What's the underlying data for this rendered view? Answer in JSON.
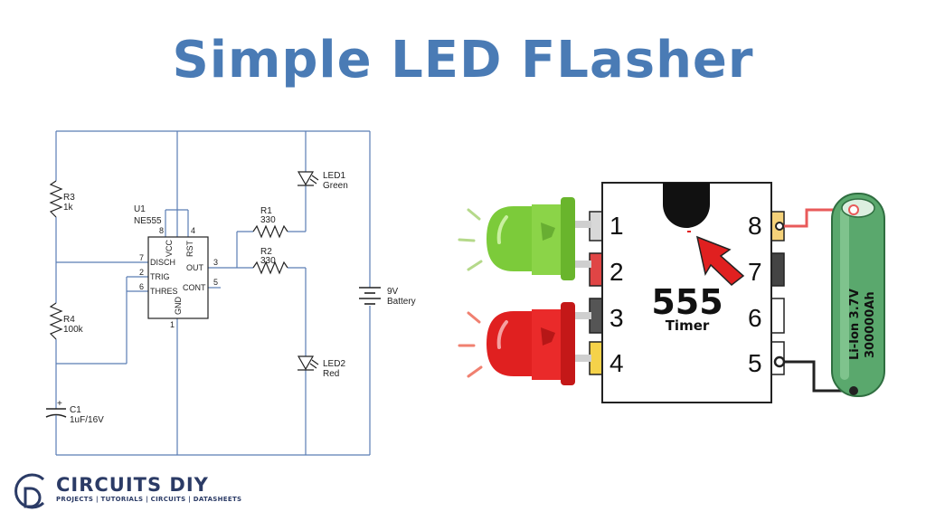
{
  "title": "Simple LED FLasher",
  "colors": {
    "title": "#4a7bb5",
    "wire": "#5a7db5",
    "led_green": "#7ccb3a",
    "led_red": "#e02020",
    "battery_green": "#5aa86d",
    "logo": "#2b3b66"
  },
  "schematic": {
    "u1_ref": "U1",
    "u1_value": "NE555",
    "r3_ref": "R3",
    "r3_value": "1k",
    "r4_ref": "R4",
    "r4_value": "100k",
    "c1_ref": "C1",
    "c1_value": "1uF/16V",
    "c1_plus": "+",
    "r1_ref": "R1",
    "r1_value": "330",
    "r2_ref": "R2",
    "r2_value": "330",
    "led1_ref": "LED1",
    "led1_color": "Green",
    "led2_ref": "LED2",
    "led2_color": "Red",
    "battery_value": "9V",
    "battery_label": "Battery",
    "pins": {
      "vcc": "VCC",
      "rst": "RST",
      "disch": "DISCH",
      "trig": "TRIG",
      "thres": "THRES",
      "out": "OUT",
      "cont": "CONT",
      "gnd": "GND",
      "n8": "8",
      "n4": "4",
      "n7": "7",
      "n2": "2",
      "n6": "6",
      "n3": "3",
      "n5": "5",
      "n1": "1"
    }
  },
  "breadboard": {
    "pin_left": [
      "1",
      "2",
      "3",
      "4"
    ],
    "pin_right": [
      "8",
      "7",
      "6",
      "5"
    ],
    "chip_number": "555",
    "chip_label": "Timer",
    "battery_line1": "Li-Ion 3.7V",
    "battery_line2": "300000Ah"
  },
  "logo": {
    "name": "CIRCUITS DIY",
    "tagline": "PROJECTS | TUTORIALS | CIRCUITS | DATASHEETS"
  }
}
